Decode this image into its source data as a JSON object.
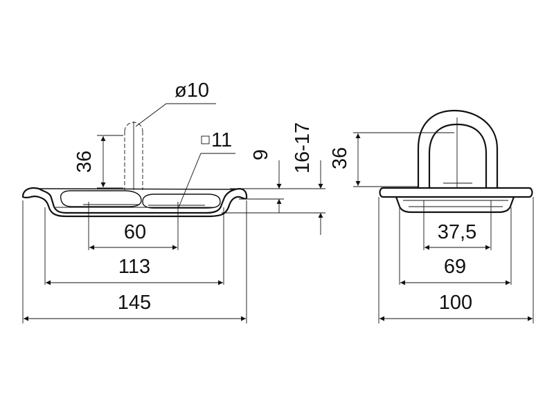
{
  "drawing": {
    "left_view": {
      "dim_overall_width": "145",
      "dim_inner_width": "113",
      "dim_slot_length": "60",
      "dim_pin_height": "36",
      "dim_pin_diameter": "ø10",
      "dim_square": "11",
      "dim_depth": "9",
      "dim_thickness_range": "16-17"
    },
    "right_view": {
      "dim_overall_width": "100",
      "dim_inner_width": "69",
      "dim_ring_width": "37,5",
      "dim_ring_height": "36"
    }
  }
}
